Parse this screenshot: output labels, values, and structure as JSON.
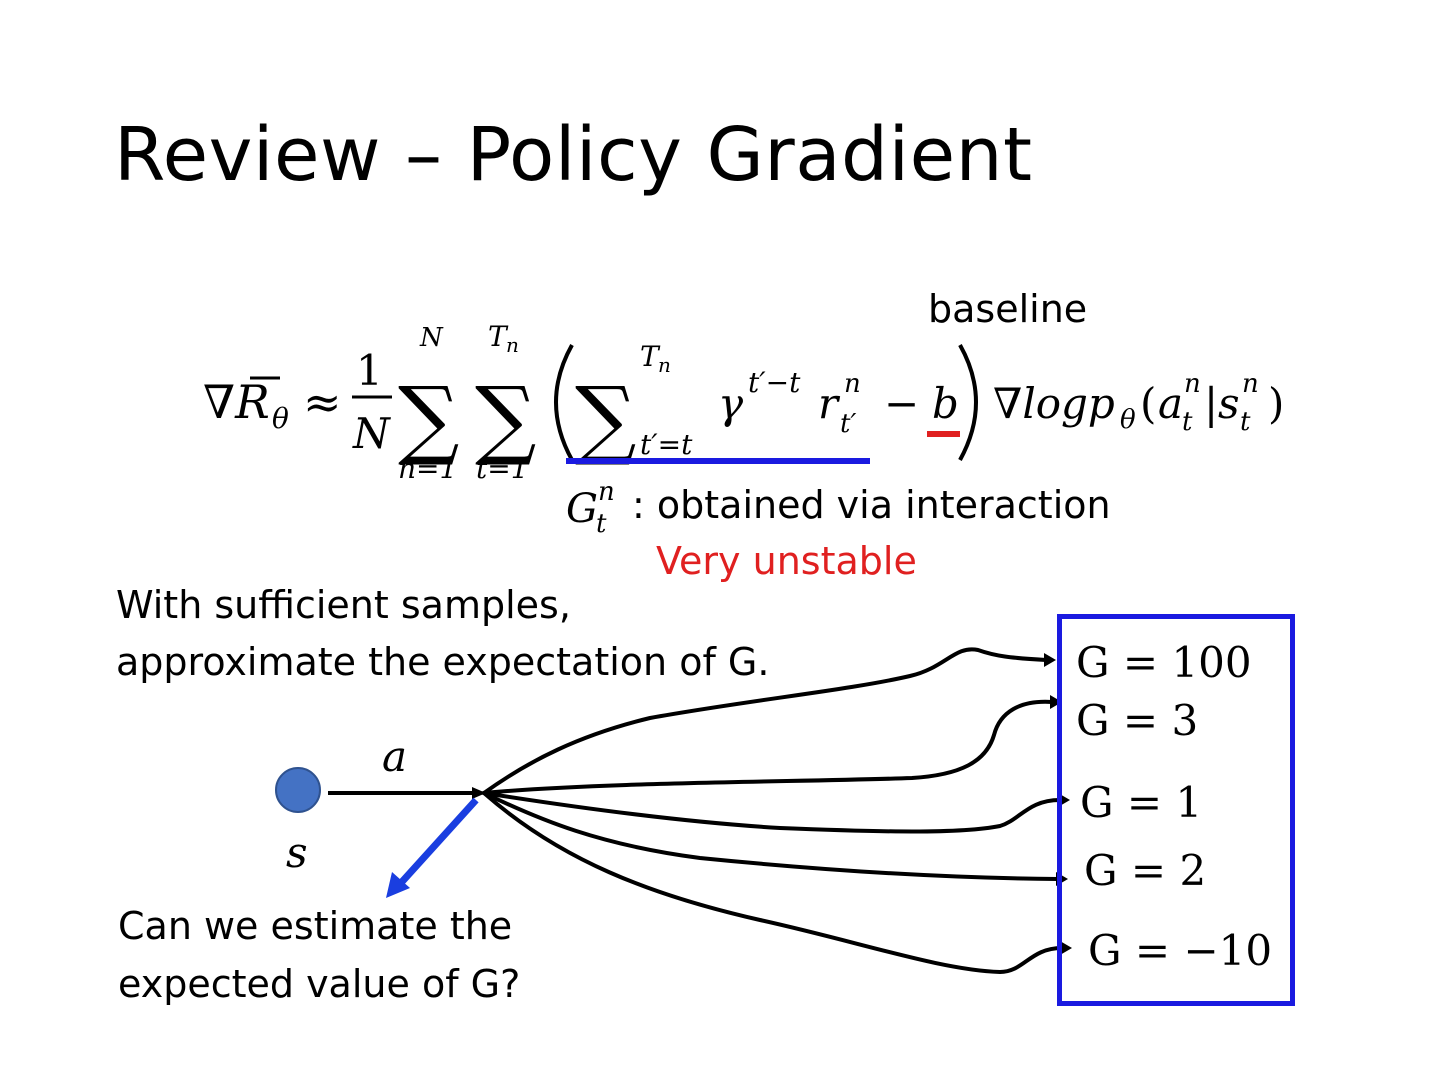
{
  "slide": {
    "title": "Review – Policy Gradient"
  },
  "formula": {
    "label_baseline": "baseline",
    "gtn_note": ": obtained via interaction",
    "unstable_note": "Very unstable"
  },
  "notes": {
    "samples_line1": "With sufficient samples,",
    "samples_line2": "approximate the expectation of G.",
    "estimate_line1": "Can we estimate the",
    "estimate_line2": "expected value of G?"
  },
  "diagram": {
    "state_label": "s",
    "action_label": "a",
    "returns": [
      "G = 100",
      "G = 3",
      "G = 1",
      "G = 2",
      "G = −10"
    ]
  },
  "colors": {
    "blue_underline": "#1a1ae0",
    "red_underline": "#e02020",
    "state_circle": "#4472c4",
    "arrow_blue": "#1a3ee0"
  }
}
